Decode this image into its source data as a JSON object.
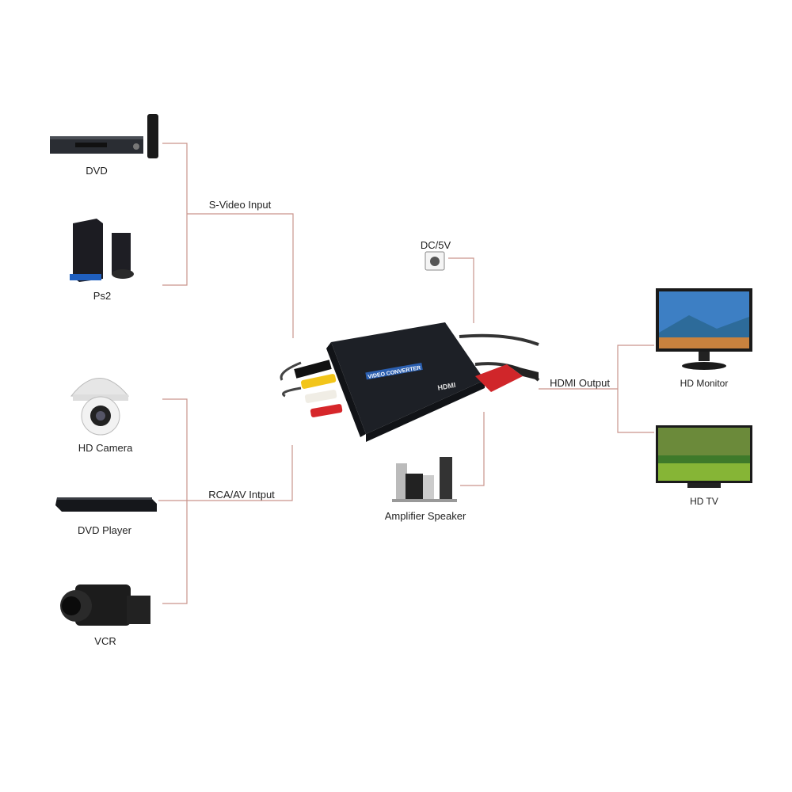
{
  "colors": {
    "connector_line": "#c9958c",
    "device_dark": "#1c1f24",
    "hdmi_red": "#d0262a"
  },
  "inputs": {
    "svideo_label": "S-Video Input",
    "rca_label": "RCA/AV Intput",
    "devices": [
      "DVD",
      "Ps2",
      "HD Camera",
      "DVD Player",
      "VCR"
    ]
  },
  "center": {
    "power_label": "DC/5V",
    "converter_text": "VIDEO CONVERTER",
    "hdmi_logo": "HDMI",
    "audio_label": "Amplifier Speaker"
  },
  "outputs": {
    "hdmi_label": "HDMI Output",
    "devices": [
      "HD Monitor",
      "HD TV"
    ]
  }
}
